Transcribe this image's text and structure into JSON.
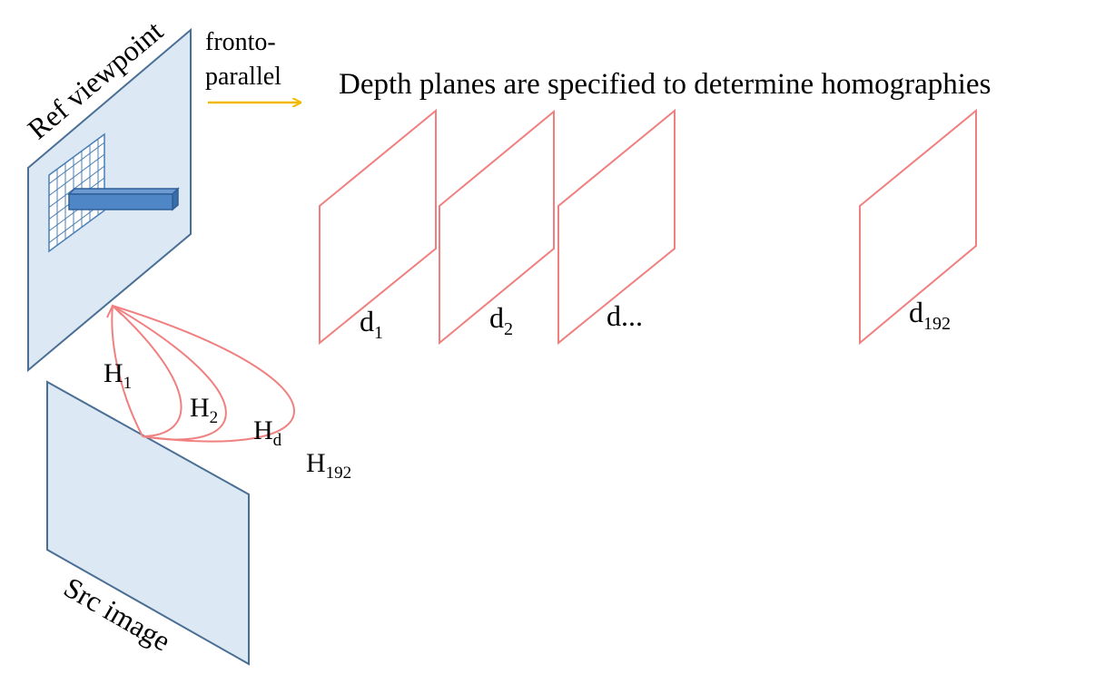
{
  "colors": {
    "panel_fill": "#dde8f5",
    "panel_stroke": "#4a6f94",
    "plane_stroke": "#f08080",
    "arrow": "#f5b800",
    "grid_stroke": "#4a7fb5",
    "object_fill": "#4f86c6",
    "object_stroke": "#2f5f96"
  },
  "ref_panel": {
    "label": "Ref viewpoint"
  },
  "src_panel": {
    "label": "Src image"
  },
  "direction": {
    "line1": "fronto-",
    "line2": "parallel"
  },
  "heading": "Depth planes are specified to determine homographies",
  "depth_planes": [
    {
      "base": "d",
      "sub": "1"
    },
    {
      "base": "d",
      "sub": "2"
    },
    {
      "base": "d...",
      "sub": ""
    },
    {
      "base": "d",
      "sub": "192"
    }
  ],
  "homographies": [
    {
      "base": "H",
      "sub": "1"
    },
    {
      "base": "H",
      "sub": "2"
    },
    {
      "base": "H",
      "sub": "d"
    },
    {
      "base": "H",
      "sub": "192"
    }
  ]
}
